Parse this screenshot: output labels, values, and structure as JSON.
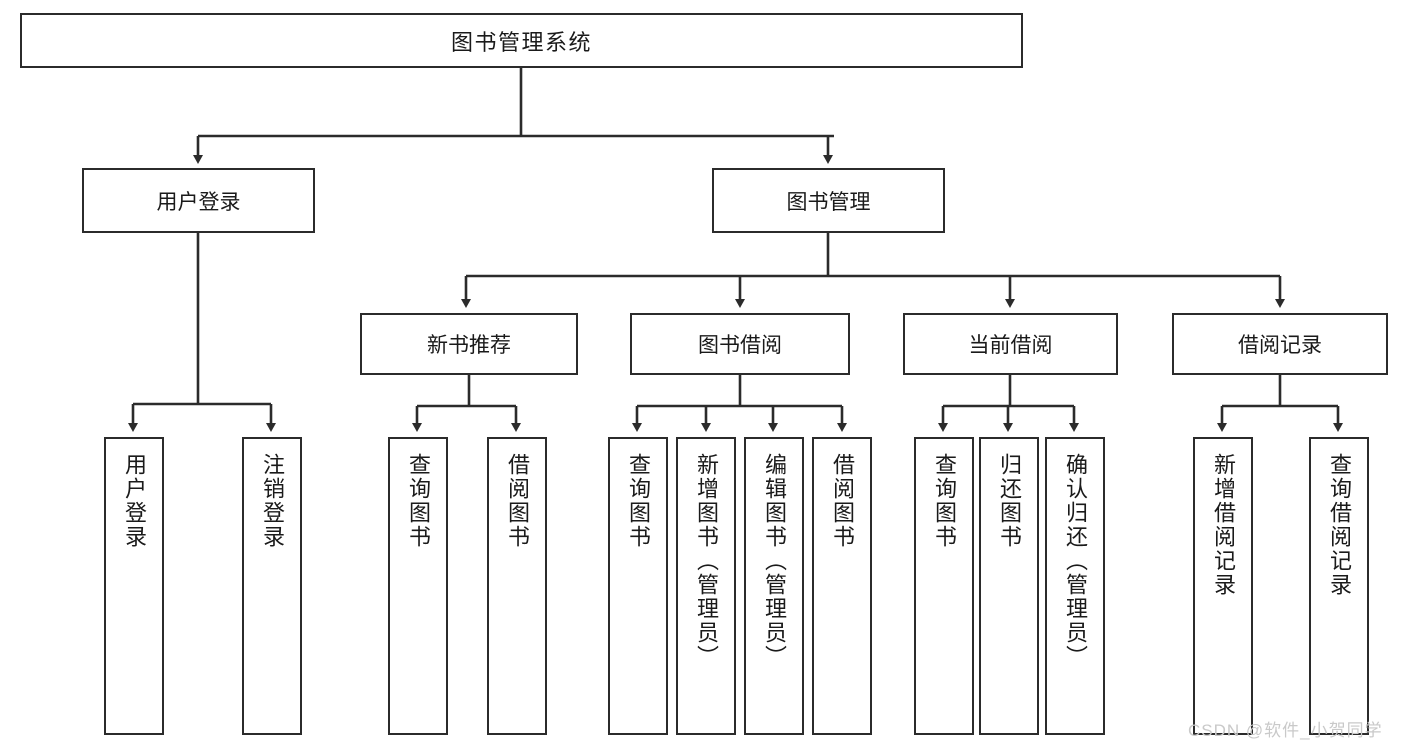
{
  "diagram": {
    "type": "tree-hierarchy",
    "title": "图书管理系统",
    "watermark": "CSDN @软件_小贺同学",
    "colors": {
      "box_border": "#2b2b2b",
      "box_fill": "#ffffff",
      "connector": "#2b2b2b",
      "text": "#1a1a1a",
      "watermark": "#c9c9c9",
      "background": "#ffffff"
    },
    "root": {
      "label": "图书管理系统"
    },
    "level2": [
      {
        "label": "用户登录"
      },
      {
        "label": "图书管理"
      }
    ],
    "level3": [
      {
        "label": "新书推荐"
      },
      {
        "label": "图书借阅"
      },
      {
        "label": "当前借阅"
      },
      {
        "label": "借阅记录"
      }
    ],
    "leaves": {
      "user_login": [
        {
          "label": "用户登录"
        },
        {
          "label": "注销登录"
        }
      ],
      "new_book_recommend": [
        {
          "label": "查询图书"
        },
        {
          "label": "借阅图书"
        }
      ],
      "book_borrow": [
        {
          "label": "查询图书"
        },
        {
          "label": "新增图书（管理员）"
        },
        {
          "label": "编辑图书（管理员）"
        },
        {
          "label": "借阅图书"
        }
      ],
      "current_borrow": [
        {
          "label": "查询图书"
        },
        {
          "label": "归还图书"
        },
        {
          "label": "确认归还（管理员）"
        }
      ],
      "borrow_record": [
        {
          "label": "新增借阅记录"
        },
        {
          "label": "查询借阅记录"
        }
      ]
    }
  }
}
